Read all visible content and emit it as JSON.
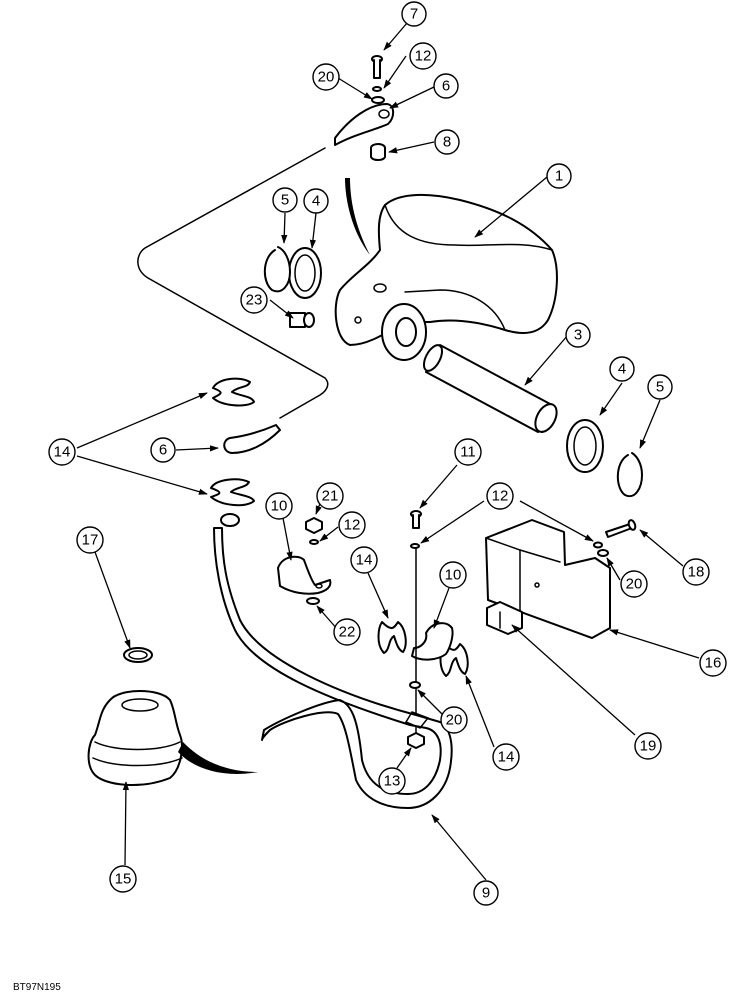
{
  "diagram": {
    "reference_code": "BT97N195",
    "callouts": {
      "c1": "1",
      "c3": "3",
      "c4a": "4",
      "c4b": "4",
      "c5a": "5",
      "c5b": "5",
      "c6a": "6",
      "c6b": "6",
      "c7": "7",
      "c8": "8",
      "c9": "9",
      "c10a": "10",
      "c10b": "10",
      "c11": "11",
      "c12a": "12",
      "c12b": "12",
      "c12c": "12",
      "c13": "13",
      "c14a": "14",
      "c14b": "14",
      "c14c": "14",
      "c15": "15",
      "c16": "16",
      "c17": "17",
      "c18": "18",
      "c19": "19",
      "c20a": "20",
      "c20b": "20",
      "c20c": "20",
      "c21": "21",
      "c22": "22",
      "c23": "23"
    }
  }
}
